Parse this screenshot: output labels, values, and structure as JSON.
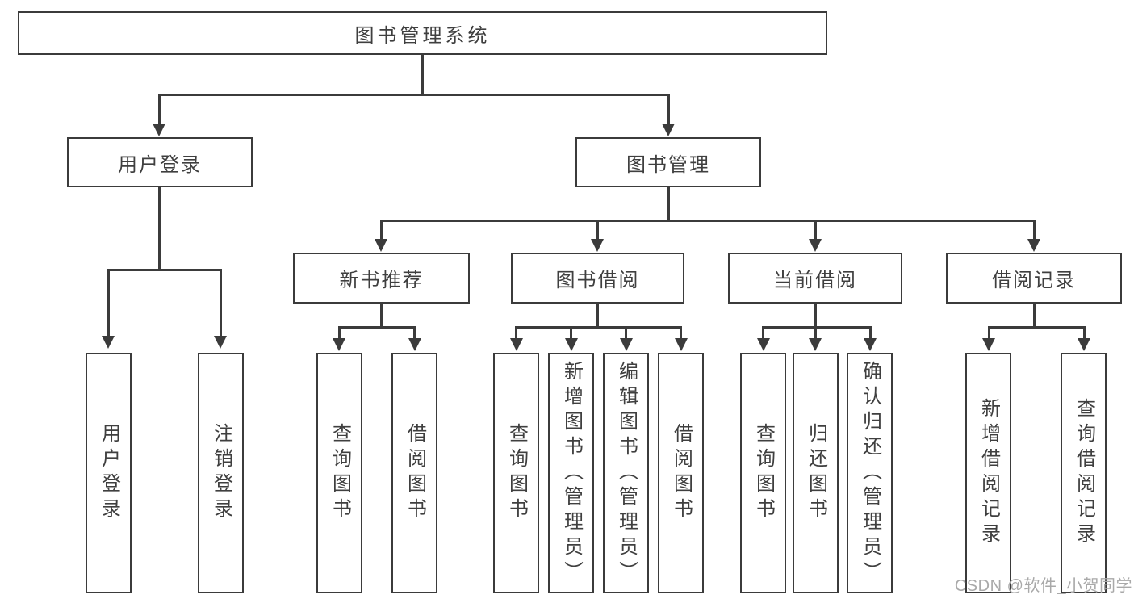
{
  "nodes": {
    "root": "图书管理系统",
    "user_login": "用户登录",
    "book_management": "图书管理",
    "new_book_recommend": "新书推荐",
    "book_borrowing": "图书借阅",
    "current_borrowing": "当前借阅",
    "borrowing_records": "借阅记录",
    "leaf_user_login": "用户登录",
    "leaf_logout": "注销登录",
    "leaf_search_books_recommend": "查询图书",
    "leaf_borrow_books_recommend": "借阅图书",
    "leaf_search_books_borrowing": "查询图书",
    "leaf_add_books_admin": "新增图书（管理员）",
    "leaf_edit_books_admin": "编辑图书（管理员）",
    "leaf_borrow_books_borrowing": "借阅图书",
    "leaf_search_books_current": "查询图书",
    "leaf_return_books": "归还图书",
    "leaf_confirm_return_admin": "确认归还（管理员）",
    "leaf_add_borrow_record": "新增借阅记录",
    "leaf_search_borrow_record": "查询借阅记录"
  },
  "watermark": "CSDN @软件_小贺同学",
  "colors": {
    "line": "#3b3b3b",
    "text": "#3f3f3f",
    "watermark": "#a9a9a9",
    "background": "#ffffff"
  }
}
